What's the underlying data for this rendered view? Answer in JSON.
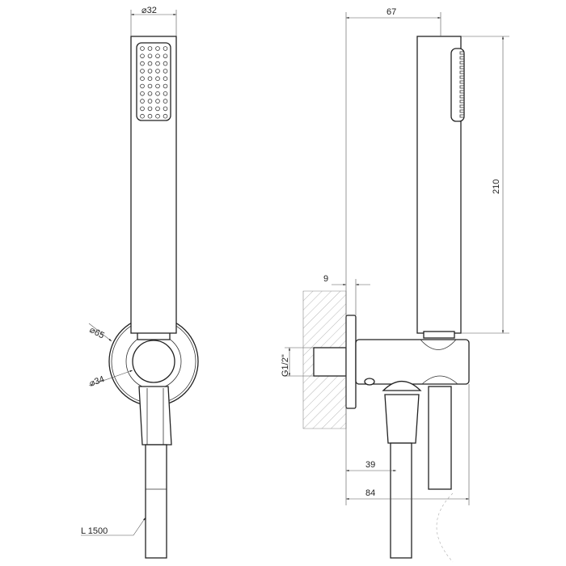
{
  "dimensions": {
    "handle_diameter": "⌀32",
    "depth_total": "67",
    "handle_length": "210",
    "plate_offset": "9",
    "plate_diameter": "⌀65",
    "joint_diameter": "⌀34",
    "thread": "G1/2\"",
    "hose_offset": "39",
    "holder_offset": "84",
    "hose_length": "L 1500"
  }
}
